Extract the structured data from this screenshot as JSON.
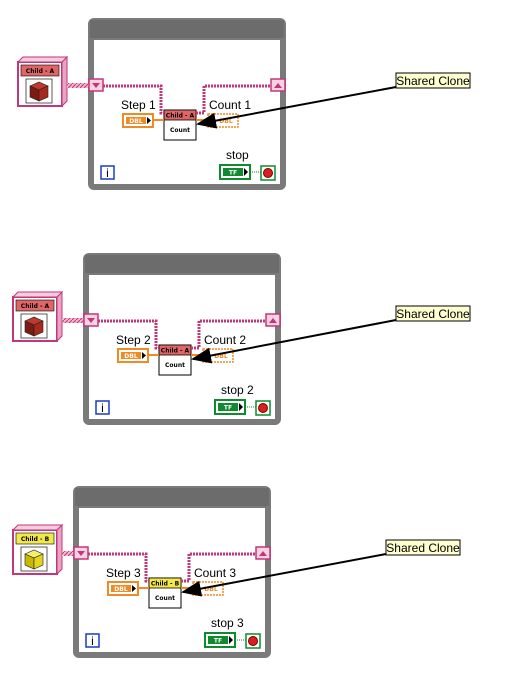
{
  "loops": [
    {
      "step_label": "Step 1",
      "count_label": "Count 1",
      "stop_label": "stop",
      "class_name": "Child - A",
      "method": "Count",
      "annotation": "Shared Clone",
      "iteration": "i",
      "step_type": "DBL",
      "count_type": "DBL",
      "stop_type": "TF",
      "class_color": "#e06666"
    },
    {
      "step_label": "Step 2",
      "count_label": "Count 2",
      "stop_label": "stop 2",
      "class_name": "Child - A",
      "method": "Count",
      "annotation": "Shared Clone",
      "iteration": "i",
      "step_type": "DBL",
      "count_type": "DBL",
      "stop_type": "TF",
      "class_color": "#e06666"
    },
    {
      "step_label": "Step 3",
      "count_label": "Count 3",
      "stop_label": "stop 3",
      "class_name": "Child - B",
      "method": "Count",
      "annotation": "Shared Clone",
      "iteration": "i",
      "step_type": "DBL",
      "count_type": "DBL",
      "stop_type": "TF",
      "class_color": "#f3e84a"
    }
  ],
  "colors": {
    "loop_frame": "#7a7a7a",
    "wire_class": "#c3367a",
    "wire_dbl": "#f08a24",
    "wire_bool": "#0f8a2e",
    "note_bg": "#ffffd0",
    "iteration_blue": "#1a3fbf"
  }
}
